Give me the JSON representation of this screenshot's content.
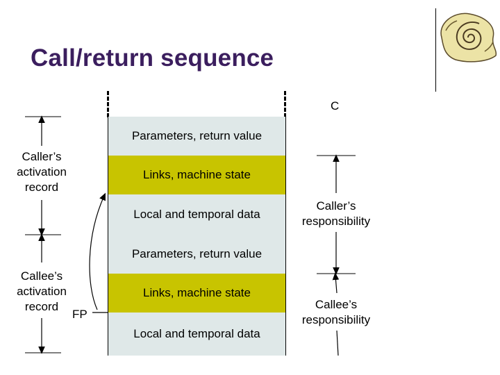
{
  "title": "Call/return sequence",
  "top_label": "C",
  "stack": [
    {
      "text": "Parameters, return value",
      "color": "#dfe8e8"
    },
    {
      "text": "Links, machine state",
      "color": "#c8c400"
    },
    {
      "text": "Local and temporal data",
      "color": "#dfe8e8"
    },
    {
      "text": "Parameters, return value",
      "color": "#dfe8e8"
    },
    {
      "text": "Links, machine state",
      "color": "#c8c400"
    },
    {
      "text": "Local and temporal data",
      "color": "#dfe8e8"
    }
  ],
  "left_labels": {
    "caller_record": "Caller’s\nactivation\nrecord",
    "callee_record": "Callee’s\nactivation\nrecord",
    "fp": "FP"
  },
  "right_labels": {
    "caller_resp": "Caller’s\nresponsibility",
    "callee_resp": "Callee’s\nresponsibility"
  },
  "colors": {
    "title": "#3b1e5e",
    "light": "#dfe8e8",
    "olive": "#c8c400"
  },
  "logo_icon": "spiral-scroll-icon"
}
